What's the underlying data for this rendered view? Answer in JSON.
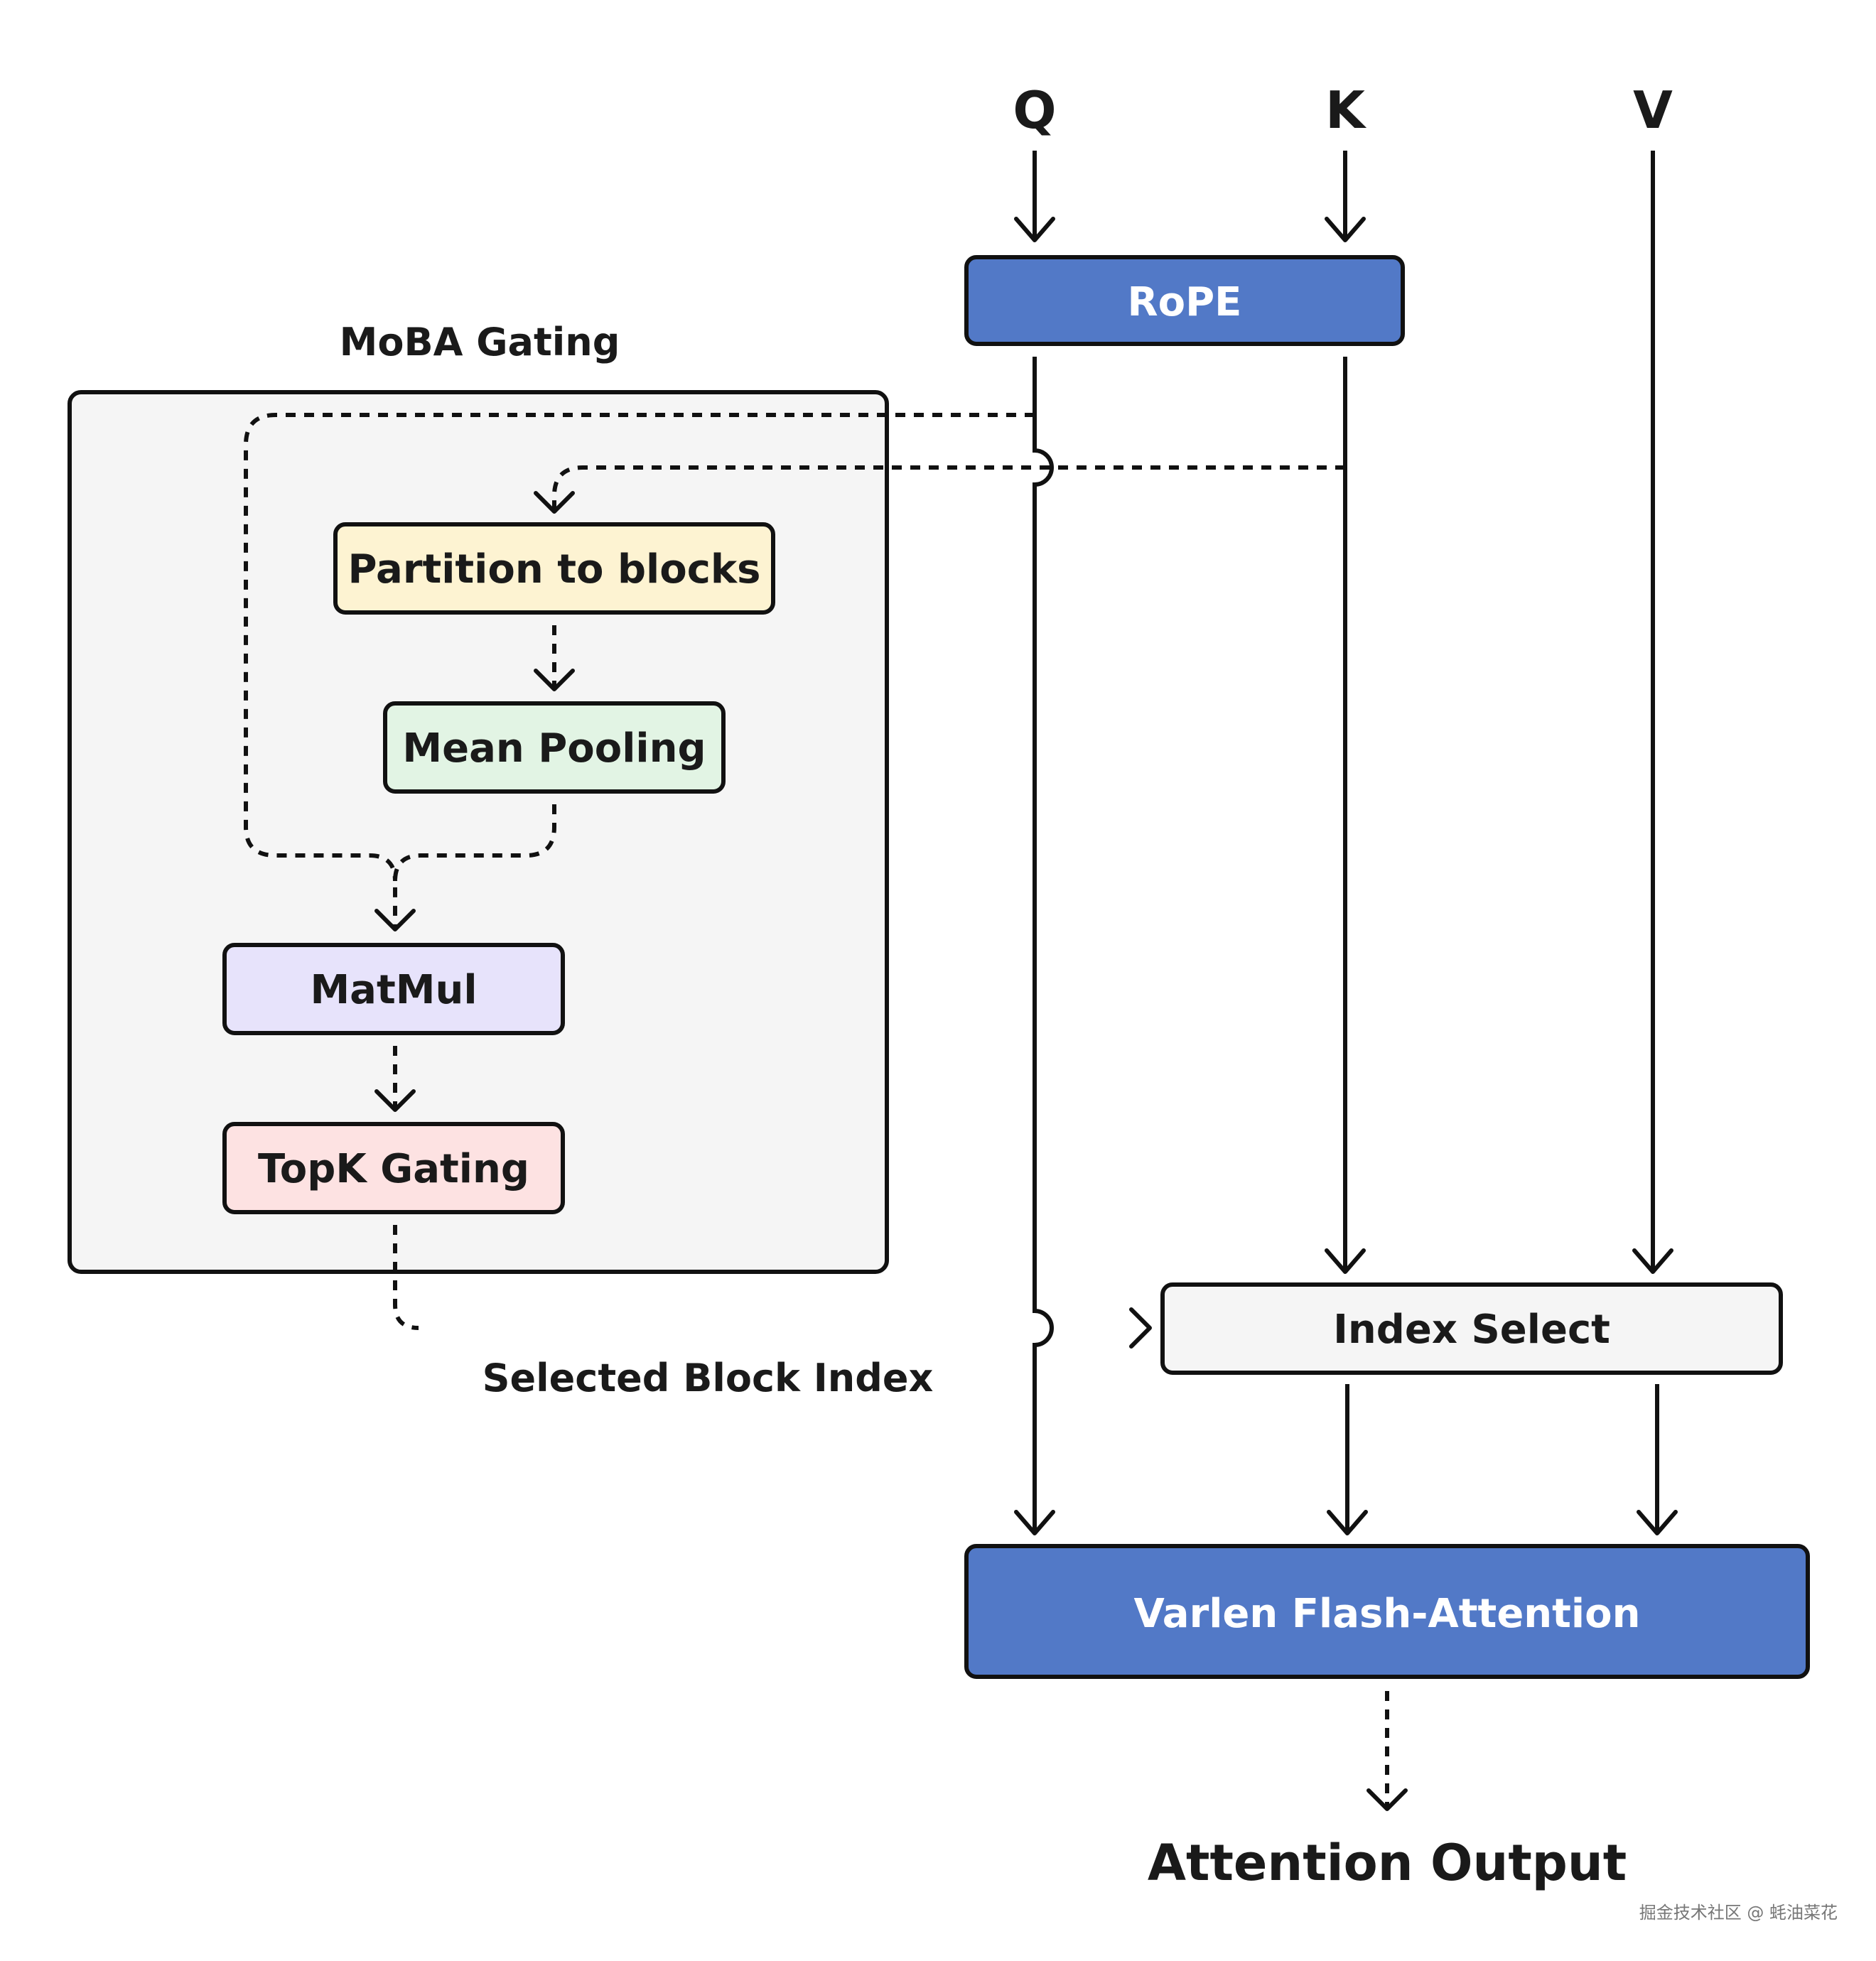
{
  "inputs": {
    "q": "Q",
    "k": "K",
    "v": "V"
  },
  "boxes": {
    "rope": "RoPE",
    "partition": "Partition to blocks",
    "mean_pooling": "Mean Pooling",
    "matmul": "MatMul",
    "topk": "TopK Gating",
    "index_select": "Index Select",
    "flash_attention": "Varlen Flash-Attention"
  },
  "labels": {
    "moba_gating": "MoBA Gating",
    "selected_block_index": "Selected Block Index",
    "attention_output": "Attention Output"
  },
  "watermark": "掘金技术社区 @ 蚝油菜花",
  "colors": {
    "rope": "#5279c7",
    "flash_attention": "#5279c7",
    "partition": "#fdf3d2",
    "mean_pooling": "#e2f4e4",
    "matmul": "#e7e3fb",
    "topk": "#fde2e2",
    "index_select": "#f5f5f5",
    "gating_panel": "#f5f5f5"
  }
}
